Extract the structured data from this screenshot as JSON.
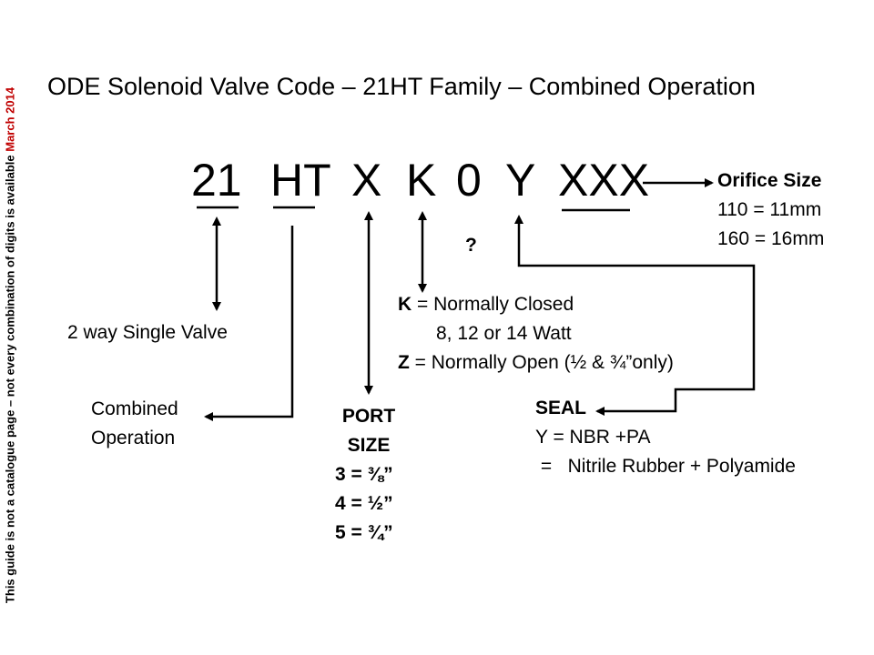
{
  "side_note": {
    "text": "This guide is not a catalogue page – not every combination of digits is available",
    "highlight": "March 2014"
  },
  "title": "ODE Solenoid Valve Code – 21HT Family – Combined Operation",
  "code": {
    "seg_21": "21",
    "seg_ht": "HT",
    "seg_x": "X",
    "seg_k": "K",
    "seg_0": "0",
    "seg_y": "Y",
    "seg_xxx": "XXX"
  },
  "question_mark": "?",
  "orifice": {
    "heading": "Orifice Size",
    "line1": "110 = 11mm",
    "line2": "160 = 16mm"
  },
  "valve_type": "2 way Single Valve",
  "operation": {
    "line1": "Combined",
    "line2": "Operation"
  },
  "port": {
    "heading1": "PORT",
    "heading2": "SIZE",
    "line1": "3 = ⅜”",
    "line2": "4 = ½”",
    "line3": "5 = ¾”"
  },
  "function": {
    "k_key": "K",
    "k_desc": " = Normally Closed",
    "k_watt": "8, 12 or 14 Watt",
    "z_key": "Z",
    "z_desc": " = Normally Open (½  & ¾”only)"
  },
  "seal": {
    "heading": "SEAL",
    "line1": "Y = NBR +PA",
    "line2": " =   Nitrile Rubber + Polyamide"
  },
  "colors": {
    "accent_date": "#c00000"
  }
}
